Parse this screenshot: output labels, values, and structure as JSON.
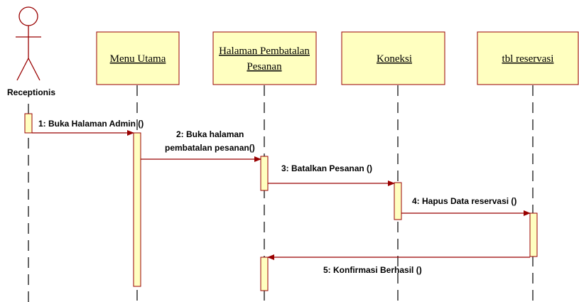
{
  "colors": {
    "lifeline_fill": "#ffffc0",
    "lifeline_border": "#990000",
    "message_line": "#990000",
    "actor_stroke": "#990000"
  },
  "actor": {
    "name": "Receptionis"
  },
  "objects": [
    {
      "id": "menu",
      "label_lines": [
        "Menu Utama"
      ]
    },
    {
      "id": "halaman",
      "label_lines": [
        "Halaman Pembatalan",
        "Pesanan"
      ]
    },
    {
      "id": "koneksi",
      "label_lines": [
        "Koneksi"
      ]
    },
    {
      "id": "tbl",
      "label_lines": [
        "tbl reservasi"
      ]
    }
  ],
  "messages": [
    {
      "label_lines": [
        "1: Buka Halaman Admin ()"
      ]
    },
    {
      "label_lines": [
        "2:  Buka halaman",
        "pembatalan pesanan()"
      ]
    },
    {
      "label_lines": [
        "3:  Batalkan Pesanan ()"
      ]
    },
    {
      "label_lines": [
        "4:  Hapus Data reservasi ()"
      ]
    },
    {
      "label_lines": [
        "5:  Konfirmasi Berhasil ()"
      ]
    }
  ]
}
